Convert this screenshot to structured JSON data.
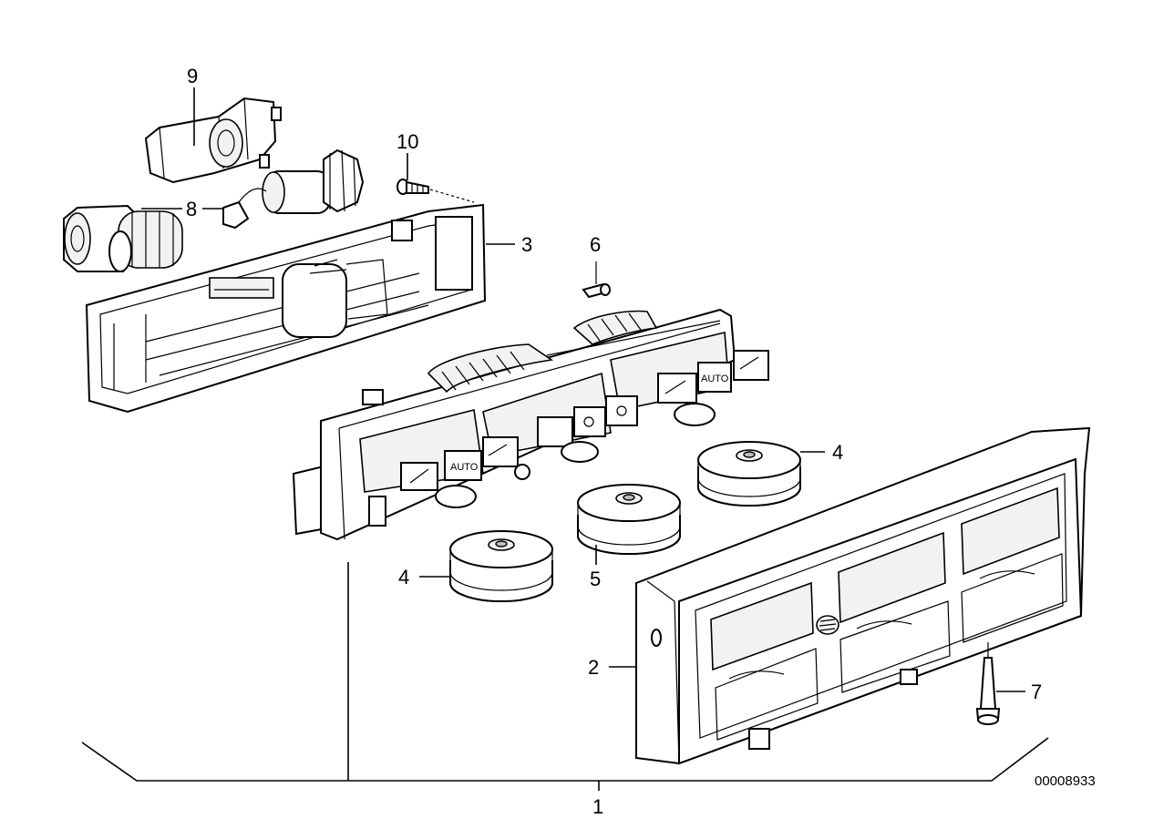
{
  "callouts": {
    "c1": "1",
    "c2": "2",
    "c3": "3",
    "c4a": "4",
    "c4b": "4",
    "c5": "5",
    "c6": "6",
    "c7": "7",
    "c8": "8",
    "c9": "9",
    "c10": "10"
  },
  "reference_number": "00008933",
  "button_labels": {
    "auto_left": "AUTO",
    "auto_right": "AUTO"
  }
}
